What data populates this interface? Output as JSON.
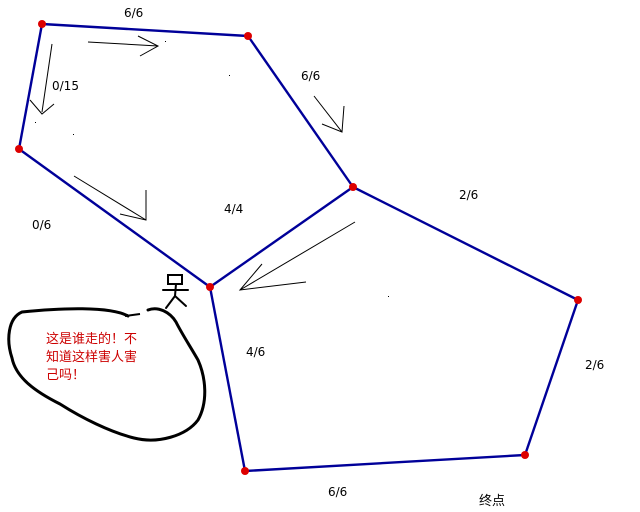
{
  "colors": {
    "edge": "#000099",
    "node": "#dd0000",
    "arrow": "#000000",
    "note_text": "#cc0000",
    "scribble": "#000000"
  },
  "edge_labels": {
    "top": "6/6",
    "upper_right": "6/6",
    "left_upper": "0/15",
    "left_lower": "0/6",
    "center": "4/4",
    "right_upper": "2/6",
    "right": "2/6",
    "lower_left": "4/6",
    "bottom": "6/6"
  },
  "note": {
    "line1": "这是谁走的！不",
    "line2": "知道这样害人害",
    "line3": "己吗！"
  },
  "end_label": "终点",
  "icons": {
    "person": "stick-figure-icon"
  }
}
